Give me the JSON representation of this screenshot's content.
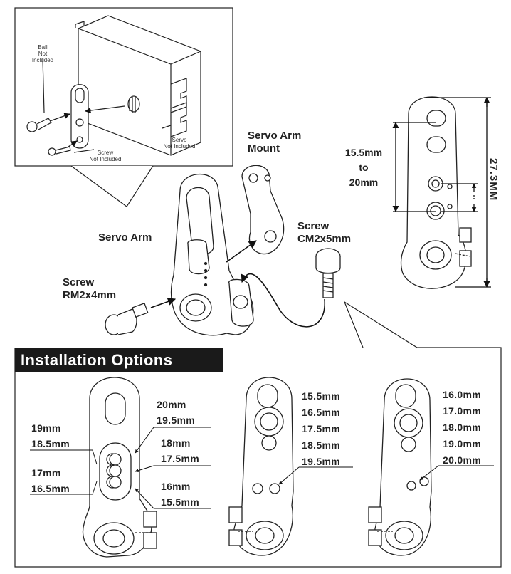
{
  "inset": {
    "ball": "Ball\nNot Included",
    "screw": "Screw\nNot Included",
    "servo": "Servo\nNot Included"
  },
  "labels": {
    "servo_arm_mount": "Servo Arm\nMount",
    "servo_arm": "Servo Arm",
    "screw_cm": "Screw\nCM2x5mm",
    "screw_rm": "Screw\nRM2x4mm"
  },
  "dimensions": {
    "range": "15.5mm\nto\n20mm",
    "total": "27.3MM"
  },
  "installation": {
    "title": "Installation Options",
    "left_col_a": [
      "19mm",
      "18.5mm"
    ],
    "left_col_b": [
      "17mm",
      "16.5mm"
    ],
    "right_col_a": [
      "20mm",
      "19.5mm"
    ],
    "right_col_b": [
      "18mm",
      "17.5mm"
    ],
    "right_col_c": [
      "16mm",
      "15.5mm"
    ],
    "option2": [
      "15.5mm",
      "16.5mm",
      "17.5mm",
      "18.5mm",
      "19.5mm"
    ],
    "option3": [
      "16.0mm",
      "17.0mm",
      "18.0mm",
      "19.0mm",
      "20.0mm"
    ]
  }
}
